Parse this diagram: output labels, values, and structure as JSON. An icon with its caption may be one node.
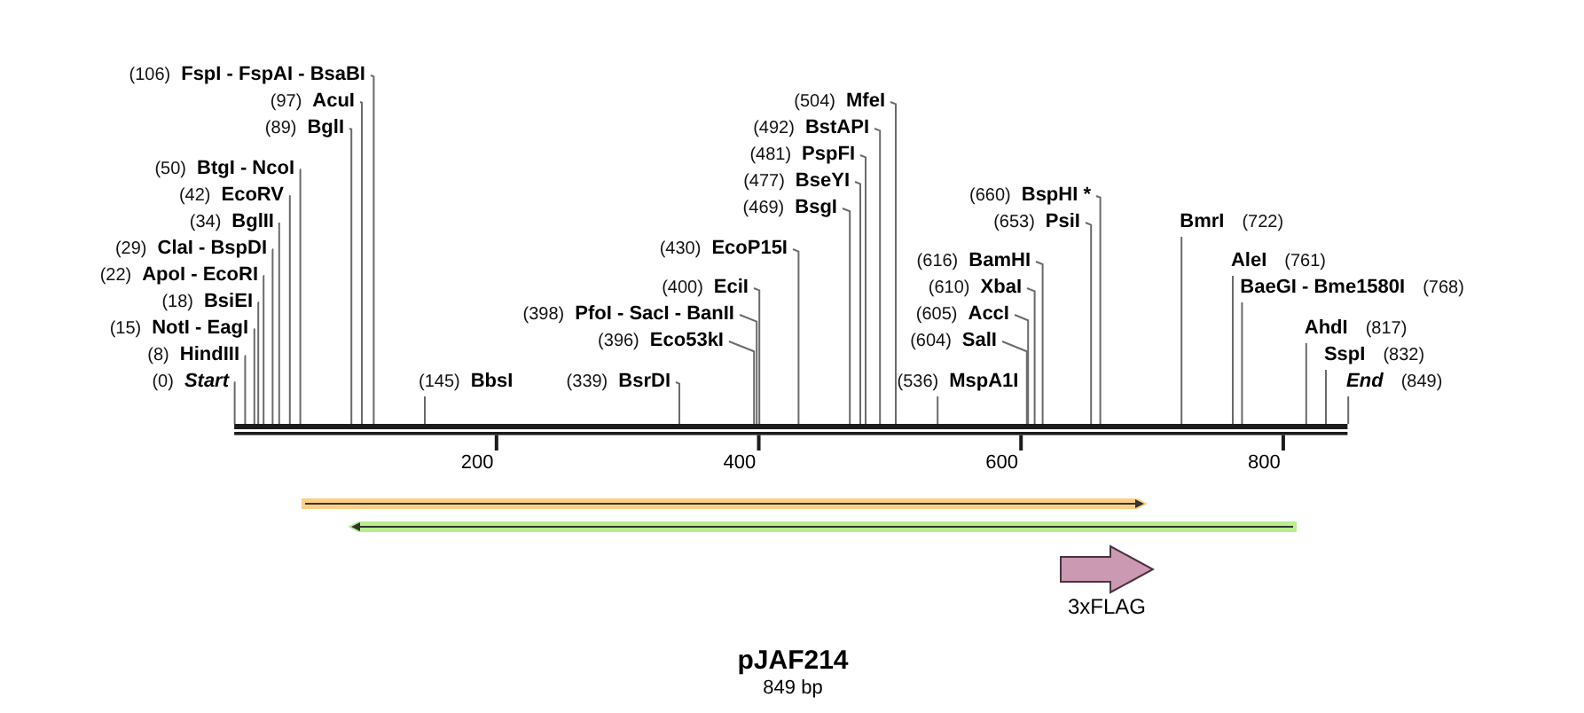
{
  "diagram": {
    "title": "pJAF214",
    "nodes": [
      {
        "text": [
          "(0)",
          "Start"
        ]
      },
      {
        "text": [
          "(8)",
          "HindIII"
        ]
      },
      {
        "text": [
          "(15)",
          "NotI - EagI"
        ]
      },
      {
        "text": [
          "(18)",
          "BsiEI"
        ]
      },
      {
        "text": [
          "(22)",
          "ApoI - EcoRI"
        ]
      },
      {
        "text": [
          "(29)",
          "ClaI - BspDI"
        ]
      },
      {
        "text": [
          "(34)",
          "BglII"
        ]
      },
      {
        "text": [
          "(42)",
          "EcoRV"
        ]
      },
      {
        "text": [
          "(50)",
          "BtgI - NcoI"
        ]
      },
      {
        "text": [
          "(89)",
          "BglI"
        ]
      },
      {
        "text": [
          "(97)",
          "AcuI"
        ]
      },
      {
        "text": [
          "(106)",
          "FspI - FspAI - BsaBI"
        ]
      },
      {
        "text": [
          "(145)",
          "BbsI"
        ]
      },
      {
        "text": [
          "(339)",
          "BsrDI"
        ]
      },
      {
        "text": [
          "(396)",
          "Eco53kI"
        ]
      },
      {
        "text": [
          "(398)",
          "PfoI - SacI - BanII"
        ]
      },
      {
        "text": [
          "(400)",
          "EciI"
        ]
      },
      {
        "text": [
          "(430)",
          "EcoP15I"
        ]
      },
      {
        "text": [
          "(469)",
          "BsgI"
        ]
      },
      {
        "text": [
          "(477)",
          "BseYI"
        ]
      },
      {
        "text": [
          "(481)",
          "PspFI"
        ]
      },
      {
        "text": [
          "(492)",
          "BstAPI"
        ]
      },
      {
        "text": [
          "(504)",
          "MfeI"
        ]
      },
      {
        "text": [
          "(536)",
          "MspA1I"
        ]
      },
      {
        "text": [
          "(604)",
          "SalI"
        ]
      },
      {
        "text": [
          "(605)",
          "AccI"
        ]
      },
      {
        "text": [
          "(610)",
          "XbaI"
        ]
      },
      {
        "text": [
          "(616)",
          "BamHI"
        ]
      },
      {
        "text": [
          "(653)",
          "PsiI"
        ]
      },
      {
        "text": [
          "(660)",
          "BspHI *"
        ]
      },
      {
        "text": [
          "BmrI",
          "(722)"
        ]
      },
      {
        "text": [
          "AleI",
          "(761)"
        ]
      },
      {
        "text": [
          "BaeGI - Bme1580I",
          "(768)"
        ]
      },
      {
        "text": [
          "AhdI",
          "(817)"
        ]
      },
      {
        "text": [
          "SspI",
          "(832)"
        ]
      },
      {
        "text": [
          "End",
          "(849)"
        ]
      },
      {
        "text": [],
        "shape": "bar",
        "beside": [
          "200",
          "400",
          "600",
          "800"
        ]
      },
      {
        "text": [
          "3xFLAG"
        ]
      }
    ],
    "edges": [
      {
        "from": 0,
        "to": 36,
        "arrow": "none"
      },
      {
        "from": 1,
        "to": 36,
        "arrow": "none"
      },
      {
        "from": 2,
        "to": 36,
        "arrow": "none"
      },
      {
        "from": 3,
        "to": 36,
        "arrow": "none"
      },
      {
        "from": 4,
        "to": 36,
        "arrow": "none"
      },
      {
        "from": 5,
        "to": 36,
        "arrow": "none"
      },
      {
        "from": 6,
        "to": 36,
        "arrow": "none"
      },
      {
        "from": 7,
        "to": 36,
        "arrow": "none"
      },
      {
        "from": 8,
        "to": 36,
        "arrow": "none"
      },
      {
        "from": 9,
        "to": 36,
        "arrow": "none"
      },
      {
        "from": 10,
        "to": 36,
        "arrow": "none"
      },
      {
        "from": 11,
        "to": 36,
        "arrow": "none"
      },
      {
        "from": 12,
        "to": 36,
        "arrow": "none"
      },
      {
        "from": 13,
        "to": 36,
        "arrow": "none"
      },
      {
        "from": 14,
        "to": 36,
        "arrow": "none"
      },
      {
        "from": 15,
        "to": 36,
        "arrow": "none"
      },
      {
        "from": 16,
        "to": 36,
        "arrow": "none"
      },
      {
        "from": 17,
        "to": 36,
        "arrow": "none"
      },
      {
        "from": 18,
        "to": 36,
        "arrow": "none"
      },
      {
        "from": 19,
        "to": 36,
        "arrow": "none"
      },
      {
        "from": 20,
        "to": 36,
        "arrow": "none"
      },
      {
        "from": 21,
        "to": 36,
        "arrow": "none"
      },
      {
        "from": 22,
        "to": 36,
        "arrow": "none"
      },
      {
        "from": 23,
        "to": 36,
        "arrow": "none"
      },
      {
        "from": 24,
        "to": 36,
        "arrow": "none"
      },
      {
        "from": 25,
        "to": 36,
        "arrow": "none"
      },
      {
        "from": 26,
        "to": 36,
        "arrow": "none"
      },
      {
        "from": 27,
        "to": 36,
        "arrow": "none"
      },
      {
        "from": 28,
        "to": 36,
        "arrow": "none"
      },
      {
        "from": 29,
        "to": 36,
        "arrow": "none"
      },
      {
        "from": 30,
        "to": 36,
        "arrow": "none"
      },
      {
        "from": 31,
        "to": 36,
        "arrow": "none"
      },
      {
        "from": 32,
        "to": 36,
        "arrow": "none"
      },
      {
        "from": 33,
        "to": 36,
        "arrow": "none"
      },
      {
        "from": 34,
        "to": 36,
        "arrow": "none"
      },
      {
        "from": 35,
        "to": 36,
        "arrow": "none"
      }
    ],
    "labels": [
      "849 bp"
    ]
  }
}
